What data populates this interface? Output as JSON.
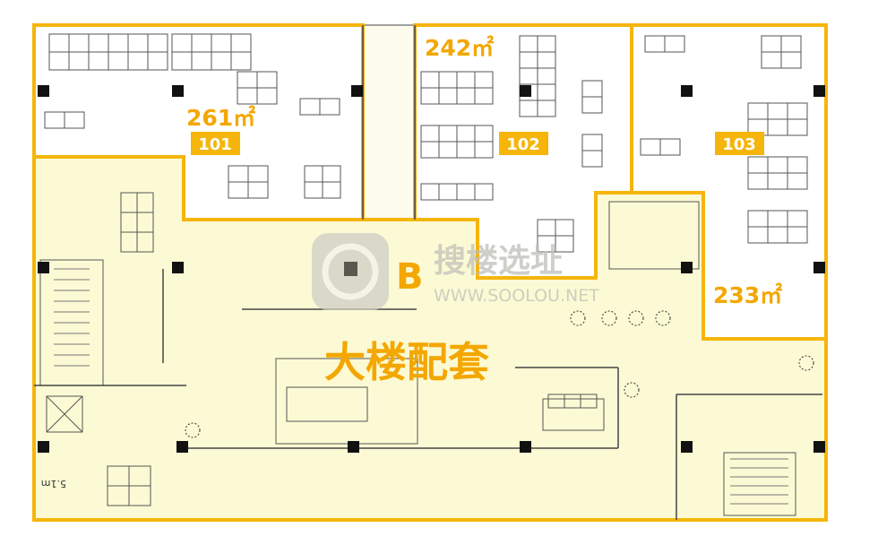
{
  "colors": {
    "outline": "#f5b50a",
    "common_fill": "#fcfad4",
    "room_fill": "#ffffff",
    "wall": "#333333",
    "label_text": "#f3a700",
    "badge_text": "#ffffff",
    "watermark": "#bdbdb5"
  },
  "units": [
    {
      "id": "101",
      "area": "261㎡"
    },
    {
      "id": "102",
      "area": "242㎡"
    },
    {
      "id": "103",
      "area": "233㎡"
    }
  ],
  "common_area": {
    "label": "大楼配套",
    "zone": "B"
  },
  "dimension_note": "5.1m",
  "watermark": {
    "brand": "搜楼选址",
    "url": "WWW.SOOLOU.NET"
  }
}
